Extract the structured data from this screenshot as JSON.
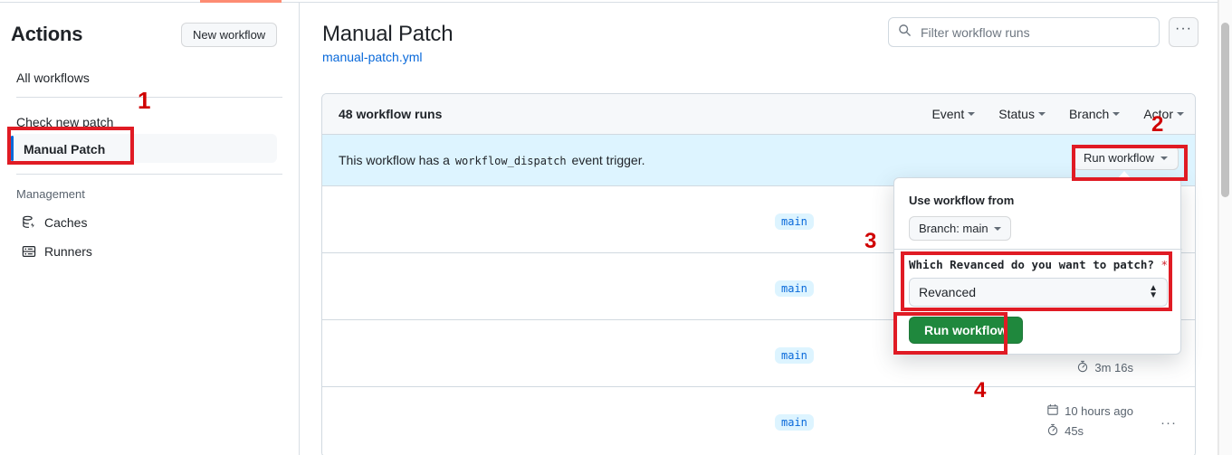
{
  "sidebar": {
    "title": "Actions",
    "new_workflow_label": "New workflow",
    "all_workflows": "All workflows",
    "workflows": [
      {
        "label": "Check new patch",
        "selected": false
      },
      {
        "label": "Manual Patch",
        "selected": true
      }
    ],
    "management_heading": "Management",
    "management_items": [
      {
        "label": "Caches",
        "icon": "cache-icon"
      },
      {
        "label": "Runners",
        "icon": "runners-icon"
      }
    ]
  },
  "header": {
    "page_title": "Manual Patch",
    "workflow_file": "manual-patch.yml",
    "search_placeholder": "Filter workflow runs",
    "search_value": "",
    "search_icon": "search-icon",
    "kebab_label": "···"
  },
  "runs": {
    "count_label": "48 workflow runs",
    "filters": [
      {
        "label": "Event"
      },
      {
        "label": "Status"
      },
      {
        "label": "Branch"
      },
      {
        "label": "Actor"
      }
    ],
    "dispatch_banner": {
      "prefix": "This workflow has a",
      "code": "workflow_dispatch",
      "suffix": "event trigger.",
      "run_button_label": "Run workflow"
    },
    "rows": [
      {
        "branch": "main",
        "timestamp": "",
        "duration": ""
      },
      {
        "branch": "main",
        "timestamp": "",
        "duration": ""
      },
      {
        "branch": "main",
        "timestamp": "",
        "duration": "3m 16s"
      },
      {
        "branch": "main",
        "timestamp": "10 hours ago",
        "duration": "45s"
      }
    ],
    "row_kebab": "···"
  },
  "dropdown": {
    "use_workflow_from": "Use workflow from",
    "branch_button": "Branch: main",
    "field_label": "Which Revanced do you want to patch?",
    "required_marker": "*",
    "select_value": "Revanced",
    "submit_label": "Run workflow"
  },
  "annotations": [
    {
      "number": "1"
    },
    {
      "number": "2"
    },
    {
      "number": "3"
    },
    {
      "number": "4"
    }
  ],
  "colors": {
    "accent_blue": "#0969da",
    "green": "#1f883d",
    "banner_blue": "#ddf4ff",
    "annotation_red": "#e01b24",
    "tab_orange": "#fd8c73"
  }
}
